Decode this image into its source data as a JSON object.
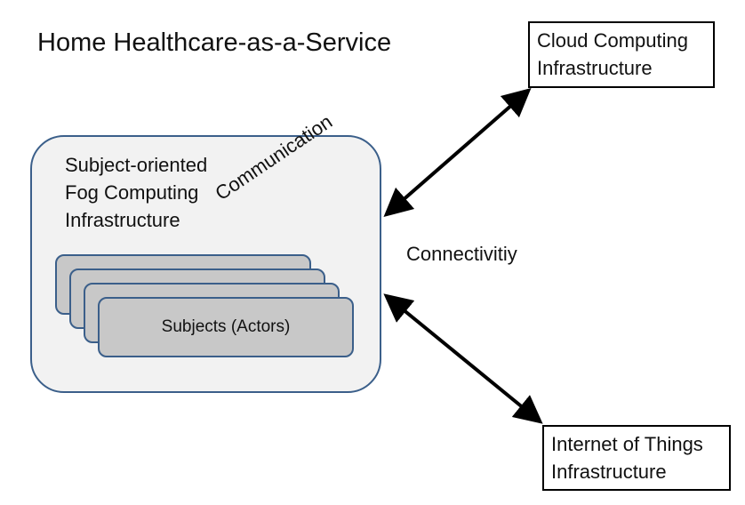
{
  "title": "Home Healthcare-as-a-Service",
  "cloud": {
    "lines": [
      "Cloud Computing",
      "Infrastructure"
    ]
  },
  "iot": {
    "lines": [
      "Internet of Things",
      "Infrastructure"
    ]
  },
  "fog": {
    "lines": [
      "Subject-oriented",
      "Fog Computing",
      "Infrastructure"
    ],
    "communication_label": "Communication",
    "subjects_label": "Subjects (Actors)"
  },
  "connectivity_label": "Connectivitiy",
  "colors": {
    "fog_border": "#3b5f8a",
    "fog_fill": "#f2f2f2",
    "subject_fill": "#c8c8c8",
    "arrow": "#000000"
  }
}
